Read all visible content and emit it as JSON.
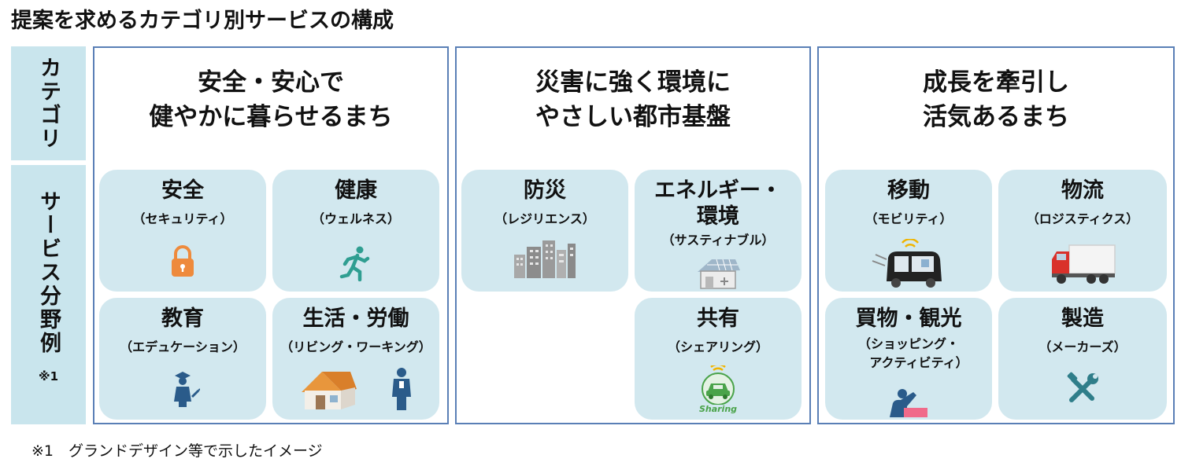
{
  "title": "提案を求めるカテゴリ別サービスの構成",
  "side": {
    "category": "カテゴリ",
    "service": "サービス分野例",
    "service_note": "※1"
  },
  "categories": [
    {
      "title": [
        "安全・安心で",
        "健やかに暮らせるまち"
      ],
      "services": [
        {
          "title": [
            "安全"
          ],
          "sub": [
            "（セキュリティ）"
          ],
          "icon": "padlock-icon"
        },
        {
          "title": [
            "健康"
          ],
          "sub": [
            "（ウェルネス）"
          ],
          "icon": "running-person-icon"
        },
        {
          "title": [
            "教育"
          ],
          "sub": [
            "（エデュケーション）"
          ],
          "icon": "graduate-icon"
        },
        {
          "title": [
            "生活・労働"
          ],
          "sub": [
            "（リビング・ワーキング）"
          ],
          "icon": "house-and-worker-icon"
        }
      ]
    },
    {
      "title": [
        "災害に強く環境に",
        "やさしい都市基盤"
      ],
      "services": [
        {
          "title": [
            "防災"
          ],
          "sub": [
            "（レジリエンス）"
          ],
          "icon": "buildings-icon"
        },
        {
          "title": [
            "エネルギー・",
            "環境"
          ],
          "sub": [
            "（サスティナブル）"
          ],
          "icon": "solar-house-icon"
        },
        {
          "title": [
            "共有"
          ],
          "sub": [
            "（シェアリング）"
          ],
          "icon": "sharing-car-icon",
          "icon_label": "Sharing"
        }
      ]
    },
    {
      "title": [
        "成長を牽引し",
        "活気あるまち"
      ],
      "services": [
        {
          "title": [
            "移動"
          ],
          "sub": [
            "（モビリティ）"
          ],
          "icon": "autonomous-bus-icon"
        },
        {
          "title": [
            "物流"
          ],
          "sub": [
            "（ロジスティクス）"
          ],
          "icon": "truck-icon"
        },
        {
          "title": [
            "買物・観光"
          ],
          "sub": [
            "（ショッピング・",
            "アクティビティ）"
          ],
          "icon": "shopping-tourist-icon"
        },
        {
          "title": [
            "製造"
          ],
          "sub": [
            "（メーカーズ）"
          ],
          "icon": "tools-icon"
        }
      ]
    }
  ],
  "footnote": "※1　グランドデザイン等で示したイメージ",
  "colors": {
    "side_bg": "#c9e5ed",
    "box_bg": "#d2e8ef",
    "panel_border": "#5a7fb6",
    "padlock": "#ee8a3c",
    "runner": "#2f9e91",
    "bus": "#222222",
    "truck_cab": "#d9312b",
    "wifi": "#f0b400",
    "sharing": "#4aa34a"
  }
}
